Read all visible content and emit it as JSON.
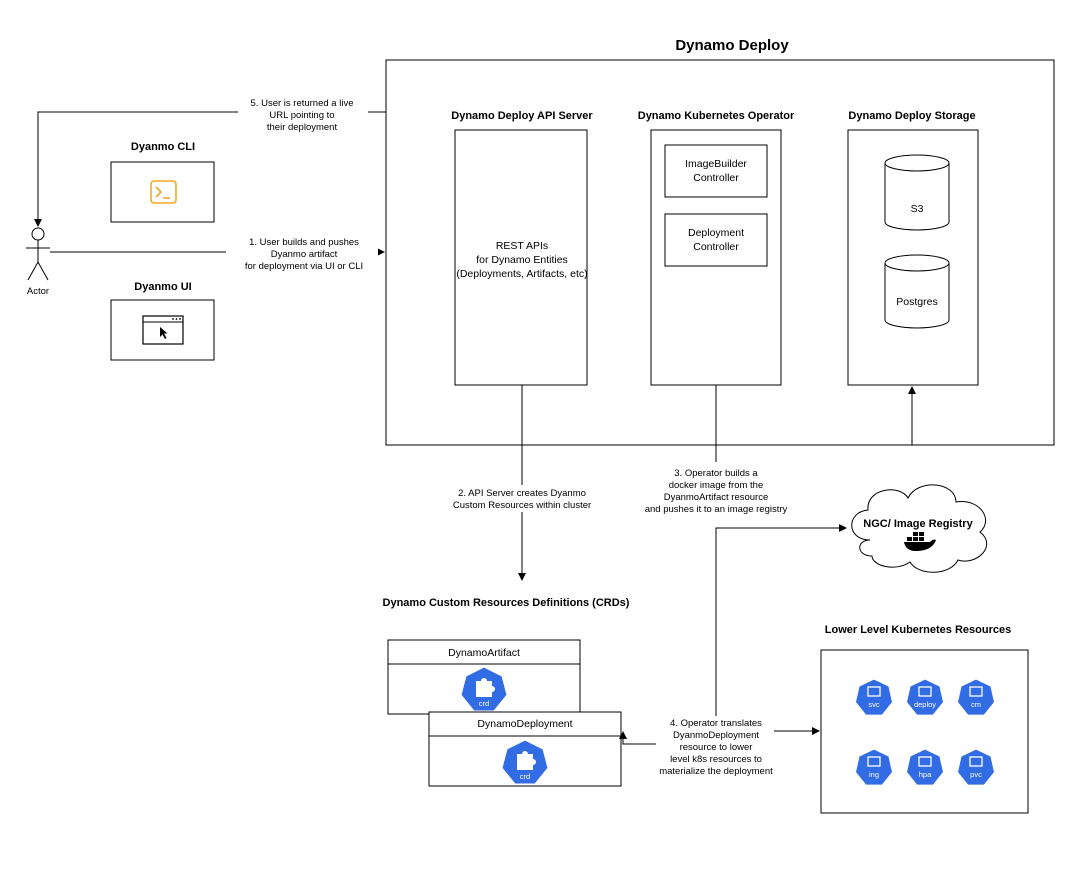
{
  "title": "Dynamo Deploy",
  "actor": {
    "label": "Actor"
  },
  "cli": {
    "title": "Dyanmo CLI",
    "icon": "terminal-icon",
    "icon_color": "#f5a623"
  },
  "ui": {
    "title": "Dyanmo UI",
    "icon": "browser-window-icon"
  },
  "api_server": {
    "title": "Dynamo Deploy API Server",
    "body": [
      "REST APIs",
      "for Dynamo Entities",
      "(Deployments, Artifacts, etc)"
    ]
  },
  "operator": {
    "title": "Dynamo Kubernetes Operator",
    "controllers": [
      {
        "lines": [
          "ImageBuilder",
          "Controller"
        ]
      },
      {
        "lines": [
          "Deployment",
          "Controller"
        ]
      }
    ]
  },
  "storage": {
    "title": "Dynamo Deploy Storage",
    "items": [
      "S3",
      "Postgres"
    ]
  },
  "registry": {
    "label": "NGC/ Image Registry",
    "icon": "docker-icon"
  },
  "crds": {
    "title": "Dynamo Custom Resources Definitions (CRDs)",
    "items": [
      {
        "name": "DynamoArtifact",
        "icon_label": "crd"
      },
      {
        "name": "DynamoDeployment",
        "icon_label": "crd"
      }
    ]
  },
  "k8s": {
    "title": "Lower Level Kubernetes Resources",
    "resources": [
      "svc",
      "deploy",
      "cm",
      "ing",
      "hpa",
      "pvc"
    ],
    "color": "#326ce5"
  },
  "steps": {
    "step1": [
      "1. User builds and pushes",
      "Dyanmo artifact",
      "for deployment via UI or CLI"
    ],
    "step2": [
      "2. API Server creates Dyanmo",
      "Custom Resources within cluster"
    ],
    "step3": [
      "3. Operator builds a",
      "docker image from the",
      "DyanmoArtifact resource",
      "and pushes it to an image registry"
    ],
    "step4": [
      "4. Operator translates",
      "DyanmoDeployment",
      "resource to lower",
      "level k8s resources to",
      "materialize the deployment"
    ],
    "step5": [
      "5. User is returned a live",
      "URL pointing to",
      "their deployment"
    ]
  }
}
